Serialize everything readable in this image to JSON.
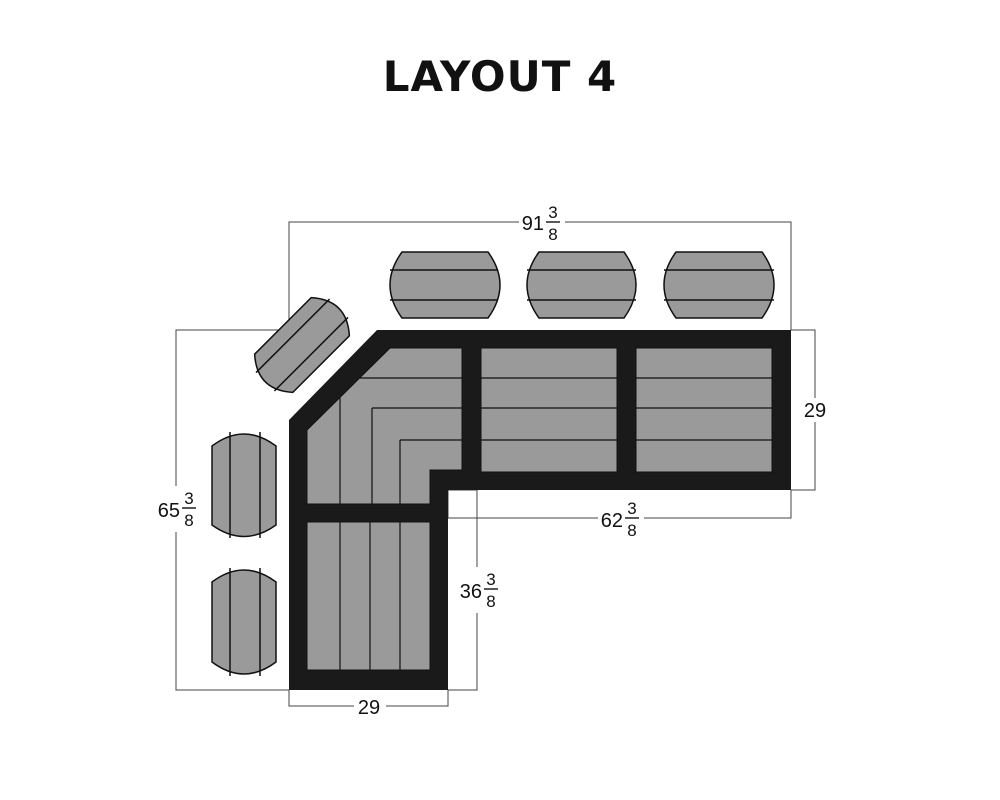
{
  "title": "LAYOUT 4",
  "dimensions": {
    "overall_width": {
      "whole": "91",
      "num": "3",
      "den": "8"
    },
    "right_depth": {
      "whole": "29"
    },
    "lower_run": {
      "whole": "62",
      "num": "3",
      "den": "8"
    },
    "left_height": {
      "whole": "65",
      "num": "3",
      "den": "8"
    },
    "chaise_length": {
      "whole": "36",
      "num": "3",
      "den": "8"
    },
    "bottom_depth": {
      "whole": "29"
    }
  },
  "colors": {
    "frame": "#1a1a1a",
    "cushion": "#9a9a9a",
    "line": "#111111",
    "dim_line": "#444444"
  }
}
